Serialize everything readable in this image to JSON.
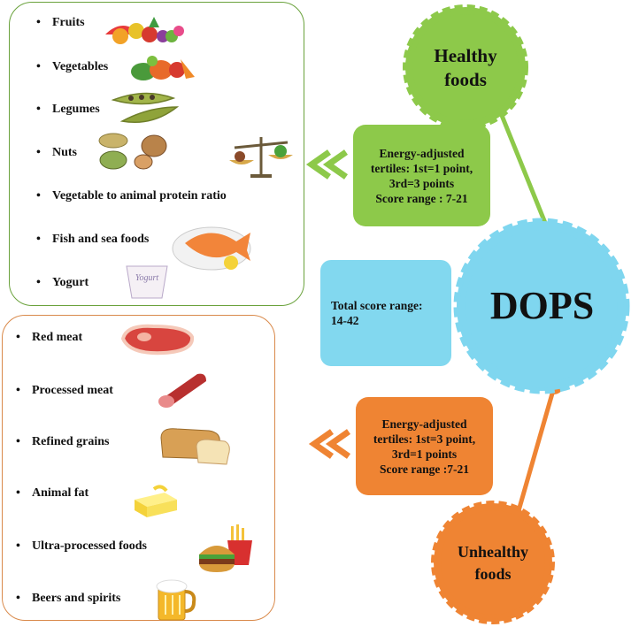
{
  "healthy": {
    "title_line1": "Healthy",
    "title_line2": "foods",
    "items": [
      "Fruits",
      "Vegetables",
      "Legumes",
      "Nuts",
      "Vegetable to animal protein ratio",
      "Fish and sea foods",
      "Yogurt"
    ],
    "box_lines": [
      "Energy-adjusted",
      "tertiles: 1st=1 point,",
      "3rd=3 points",
      "Score range : 7-21"
    ],
    "yogurt_label": "Yogurt"
  },
  "unhealthy": {
    "title_line1": "Unhealthy",
    "title_line2": "foods",
    "items": [
      "Red meat",
      "Processed meat",
      "Refined grains",
      "Animal fat",
      "Ultra-processed foods",
      "Beers and spirits"
    ],
    "box_lines": [
      "Energy-adjusted",
      "tertiles: 1st=3 point,",
      "3rd=1 points",
      "Score range :7-21"
    ]
  },
  "total": {
    "line1": "Total score range:",
    "line2": "14-42"
  },
  "center": {
    "label": "DOPS"
  },
  "colors": {
    "healthy": "#8dc94a",
    "healthy_border": "#6aa23c",
    "unhealthy": "#ef8433",
    "unhealthy_border": "#d9894a",
    "total": "#82d8ef",
    "center": "#7fd6ef"
  }
}
